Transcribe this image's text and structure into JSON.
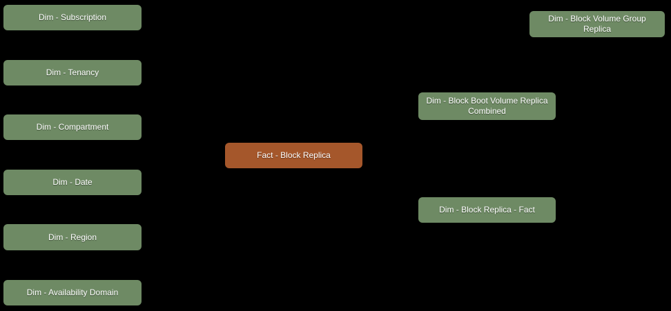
{
  "diagram": {
    "colors": {
      "background": "#000000",
      "dimension_node": "#6e8a64",
      "fact_node": "#a5572b",
      "node_text": "#ffffff"
    },
    "nodes": [
      {
        "label": "Dim - Subscription",
        "type": "dimension"
      },
      {
        "label": "Dim - Tenancy",
        "type": "dimension"
      },
      {
        "label": "Dim - Compartment",
        "type": "dimension"
      },
      {
        "label": "Dim - Date",
        "type": "dimension"
      },
      {
        "label": "Dim - Region",
        "type": "dimension"
      },
      {
        "label": "Dim - Availability Domain",
        "type": "dimension"
      },
      {
        "label": "Fact - Block Replica",
        "type": "fact"
      },
      {
        "label": "Dim - Block Volume Group Replica",
        "type": "dimension"
      },
      {
        "label": "Dim - Block Boot Volume Replica Combined",
        "type": "dimension"
      },
      {
        "label": "Dim - Block Replica - Fact",
        "type": "dimension"
      }
    ]
  }
}
